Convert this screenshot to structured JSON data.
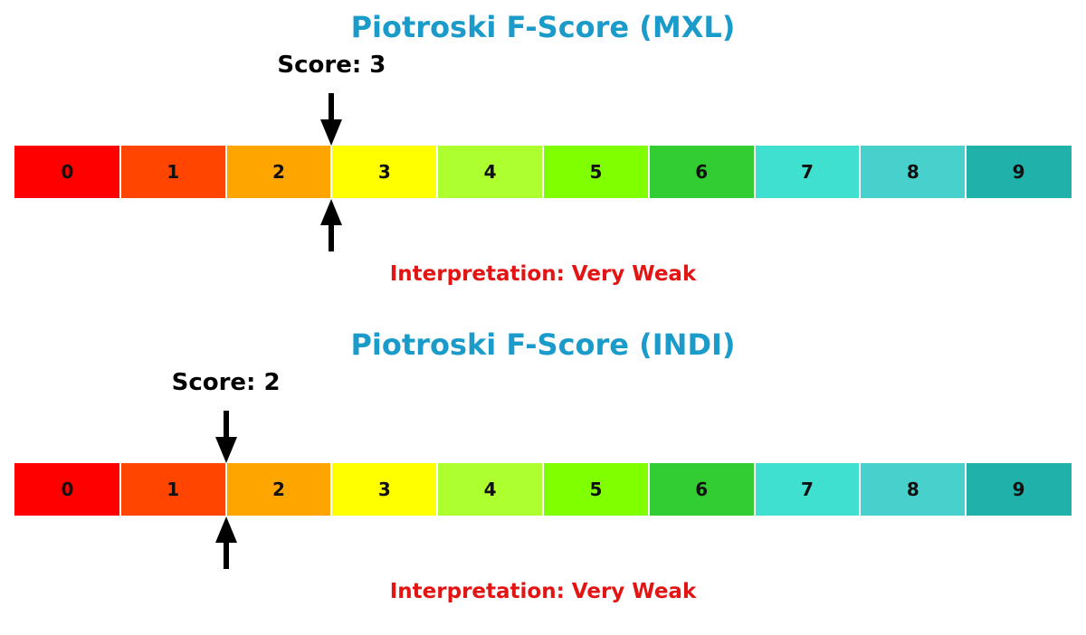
{
  "chart_data": [
    {
      "type": "bar",
      "title": "Piotroski F-Score (MXL)",
      "categories": [
        "0",
        "1",
        "2",
        "3",
        "4",
        "5",
        "6",
        "7",
        "8",
        "9"
      ],
      "segment_colors": [
        "#ff0000",
        "#ff4500",
        "#ffa500",
        "#ffff00",
        "#adff2f",
        "#7fff00",
        "#32cd32",
        "#40e0d0",
        "#48d1cc",
        "#20b2aa"
      ],
      "score": 3,
      "score_label": "Score: 3",
      "interpretation": "Interpretation: Very Weak",
      "xlim": [
        0,
        10
      ]
    },
    {
      "type": "bar",
      "title": "Piotroski F-Score (INDI)",
      "categories": [
        "0",
        "1",
        "2",
        "3",
        "4",
        "5",
        "6",
        "7",
        "8",
        "9"
      ],
      "segment_colors": [
        "#ff0000",
        "#ff4500",
        "#ffa500",
        "#ffff00",
        "#adff2f",
        "#7fff00",
        "#32cd32",
        "#40e0d0",
        "#48d1cc",
        "#20b2aa"
      ],
      "score": 2,
      "score_label": "Score: 2",
      "interpretation": "Interpretation: Very Weak",
      "xlim": [
        0,
        10
      ]
    }
  ]
}
